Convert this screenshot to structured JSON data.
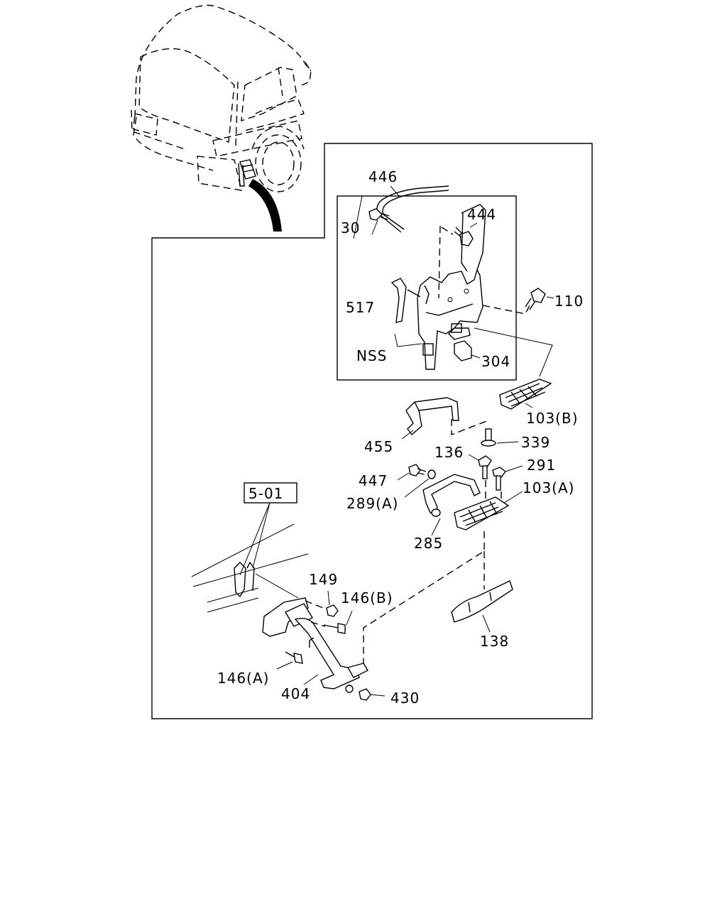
{
  "ref_box": "5-01",
  "labels": {
    "p446": "446",
    "p444": "444",
    "p30": "30",
    "p517": "517",
    "p110": "110",
    "pNSS": "NSS",
    "p304": "304",
    "p103b": "103(B)",
    "p455": "455",
    "p339": "339",
    "p136": "136",
    "p291": "291",
    "p447": "447",
    "p103a": "103(A)",
    "p289a": "289(A)",
    "p285": "285",
    "p149": "149",
    "p146b": "146(B)",
    "p138": "138",
    "p146a": "146(A)",
    "p404": "404",
    "p430": "430"
  }
}
